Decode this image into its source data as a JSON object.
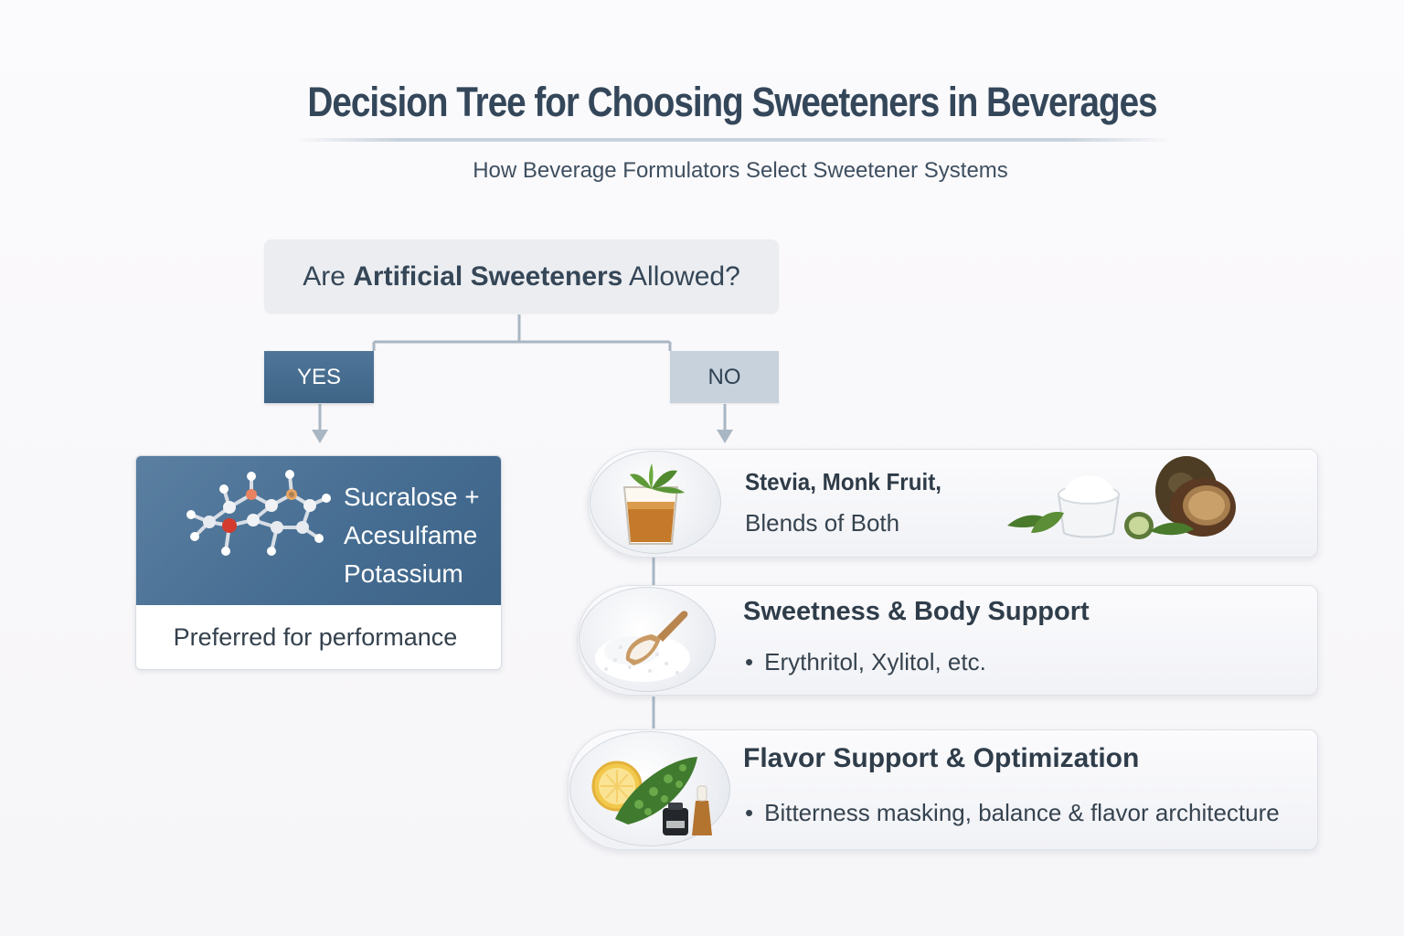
{
  "title": "Decision Tree for Choosing Sweeteners in Beverages",
  "subtitle": "How Beverage Formulators Select Sweetener Systems",
  "question": {
    "prefix": "Are ",
    "emphasis": "Artificial Sweeteners",
    "suffix": " Allowed?"
  },
  "branches": {
    "yes": "YES",
    "no": "NO"
  },
  "yes_result": {
    "lines": [
      "Sucralose +",
      "Acesulfame",
      "Potassium"
    ],
    "note": "Preferred for performance"
  },
  "no_results": [
    {
      "heading": "Stevia, Monk Fruit,",
      "detail": "Blends of Both",
      "icon": "herbal-tea-glass-icon",
      "image": "stevia-monk-fruit-image"
    },
    {
      "heading": "Sweetness & Body Support",
      "detail": "Erythritol, Xylitol, etc.",
      "icon": "sugar-alcohol-scoop-icon"
    },
    {
      "heading": "Flavor Support & Optimization",
      "detail": "Bitterness masking, balance & flavor architecture",
      "icon": "flavor-ingredients-icon"
    }
  ],
  "colors": {
    "yes_fill": "#4a7093",
    "no_fill": "#c7d2dc",
    "connector": "#a9b7c4",
    "title": "#34475a"
  }
}
